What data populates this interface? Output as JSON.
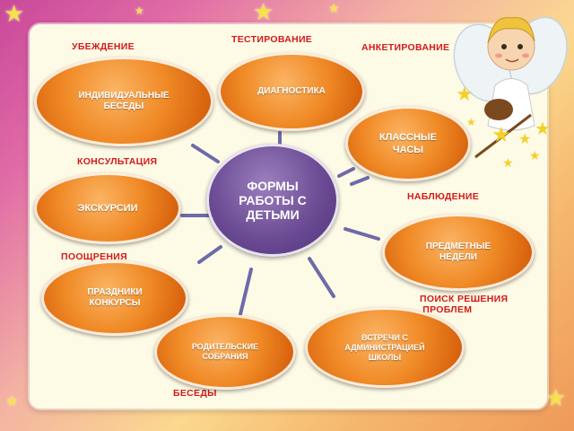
{
  "center": {
    "title": "ФОРМЫ\nРАБОТЫ С\nДЕТЬМИ"
  },
  "nodes": [
    {
      "id": "individual",
      "text": "ИНДИВИДУАЛЬНЫЕ\nБЕСЕДЫ"
    },
    {
      "id": "diagnostics",
      "text": "ДИАГНОСТИКА"
    },
    {
      "id": "class-hours",
      "text": "КЛАССНЫЕ\nЧАСЫ"
    },
    {
      "id": "excursions",
      "text": "ЭКСКУРСИИ"
    },
    {
      "id": "subject-weeks",
      "text": "ПРЕДМЕТНЫЕ\nНЕДЕЛИ"
    },
    {
      "id": "holidays",
      "text": "ПРАЗДНИКИ\nКОНКУРСЫ"
    },
    {
      "id": "parent-meetings",
      "text": "РОДИТЕЛЬСКИЕ\nСОБРАНИЯ"
    },
    {
      "id": "admin-meetings",
      "text": "ВСТРЕЧИ С\nАДМИНИСТРАЦИЕЙ\nШКОЛЫ"
    }
  ],
  "labels": [
    {
      "id": "testing",
      "text": "ТЕСТИРОВАНИЕ"
    },
    {
      "id": "persuasion",
      "text": "УБЕЖДЕНИЕ"
    },
    {
      "id": "survey",
      "text": "АНКЕТИРОВАНИЕ"
    },
    {
      "id": "consultation",
      "text": "КОНСУЛЬТАЦИЯ"
    },
    {
      "id": "observation",
      "text": "НАБЛЮДЕНИЕ"
    },
    {
      "id": "encouragement",
      "text": "ПООЩРЕНИЯ"
    },
    {
      "id": "problem-solving",
      "text": "ПОИСК РЕШЕНИЯ\n ПРОБЛЕМ"
    },
    {
      "id": "talks",
      "text": "БЕСЕДЫ"
    }
  ],
  "colors": {
    "label": "#d41a1a",
    "node": "#f08a26",
    "center": "#6a4a93",
    "connector": "#6f6aa8"
  }
}
